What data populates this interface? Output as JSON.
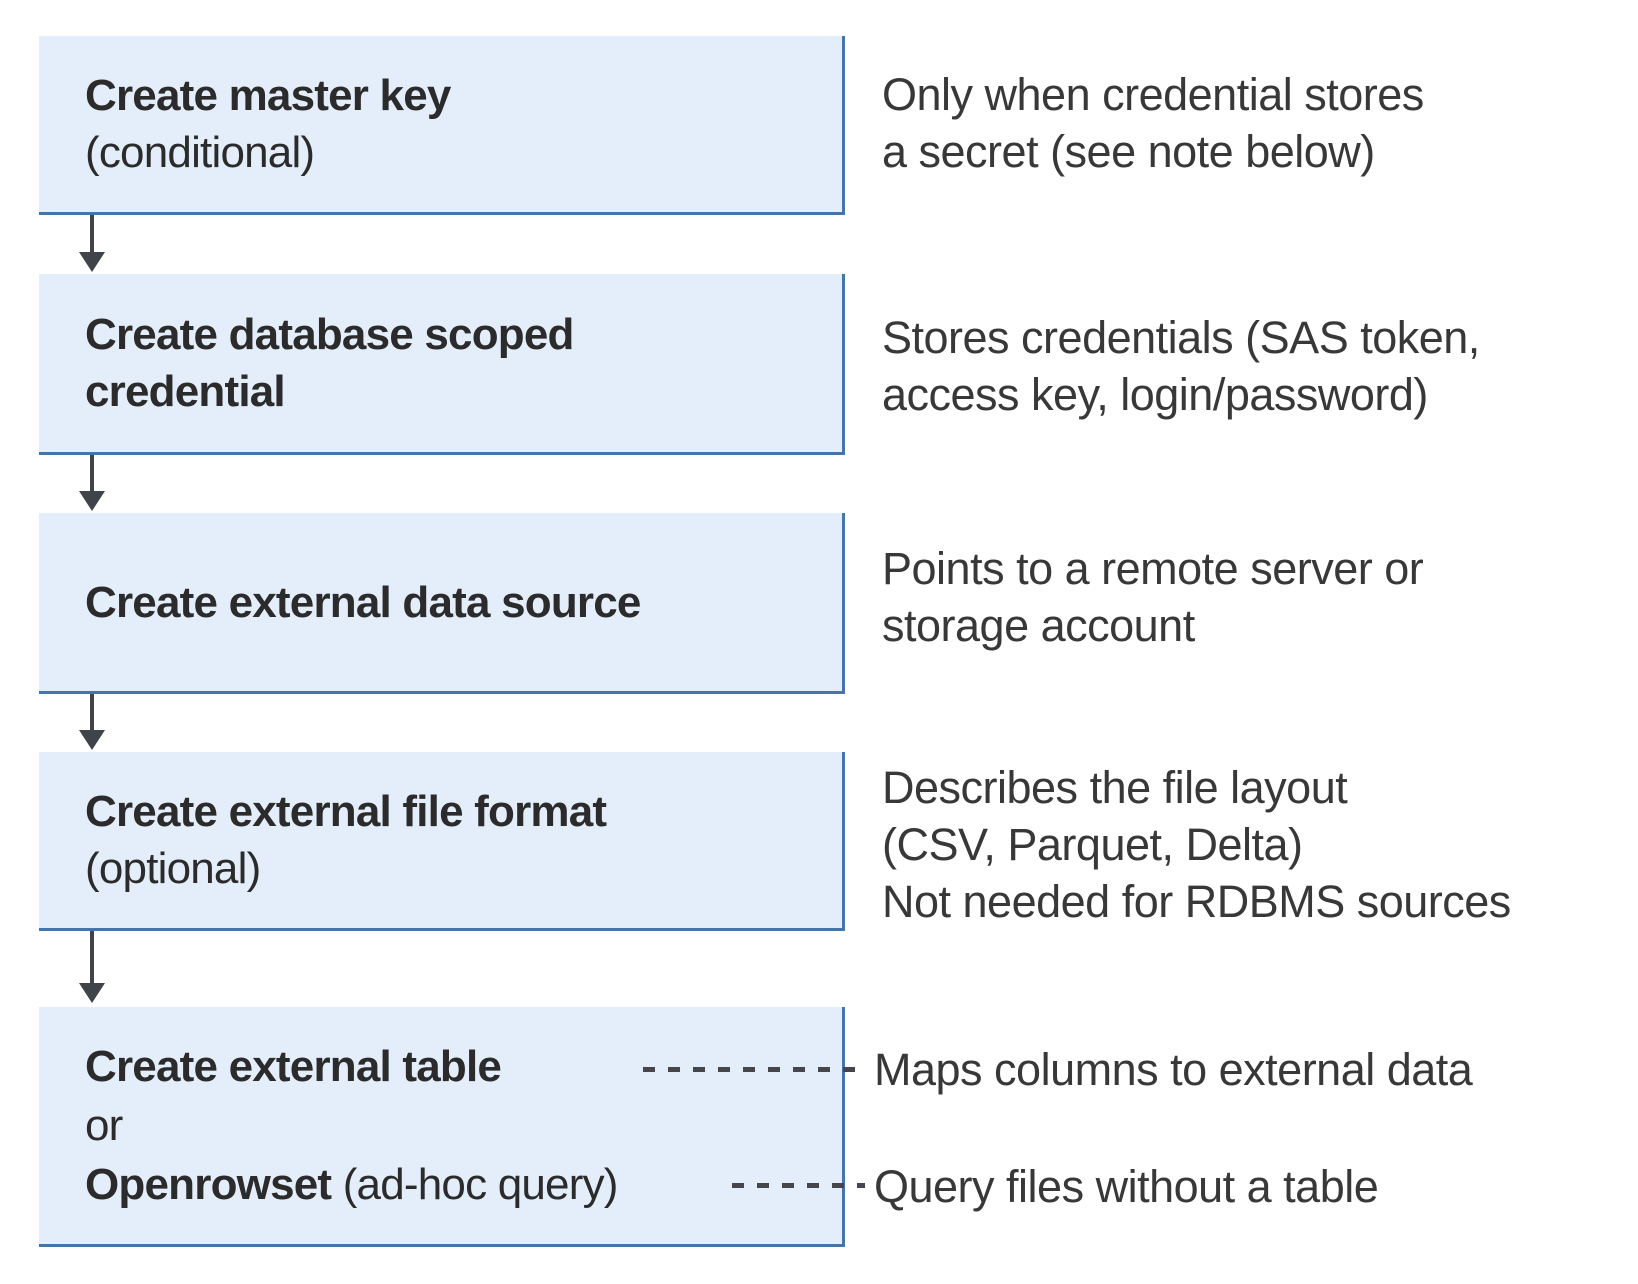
{
  "colors": {
    "box_fill": "#e4eefb",
    "box_border": "#4377ac",
    "arrow": "#3f434a",
    "connector": "#45464b",
    "title_text": "#2b2b2b",
    "annotation_text": "#383838"
  },
  "steps": [
    {
      "title": "Create master key",
      "subtitle": "(conditional)",
      "annotation_lines": [
        "Only when credential stores",
        "a secret (see note below)"
      ]
    },
    {
      "title_lines": [
        "Create database scoped",
        "credential"
      ],
      "annotation_lines": [
        "Stores credentials (SAS token,",
        "access key, login/password)"
      ]
    },
    {
      "title": "Create external data source",
      "annotation_lines": [
        "Points to a remote server or",
        "storage account"
      ]
    },
    {
      "title": "Create external file format",
      "subtitle": "(optional)",
      "annotation_lines": [
        "Describes the file layout",
        "(CSV, Parquet, Delta)",
        "Not needed for RDBMS sources"
      ]
    },
    {
      "title": "Create external table",
      "or_label": "or",
      "alt_title": "Openrowset",
      "alt_title_suffix": " (ad-hoc query)",
      "annotation_table": "Maps columns to external data",
      "annotation_openrowset": "Query files without a table"
    }
  ]
}
